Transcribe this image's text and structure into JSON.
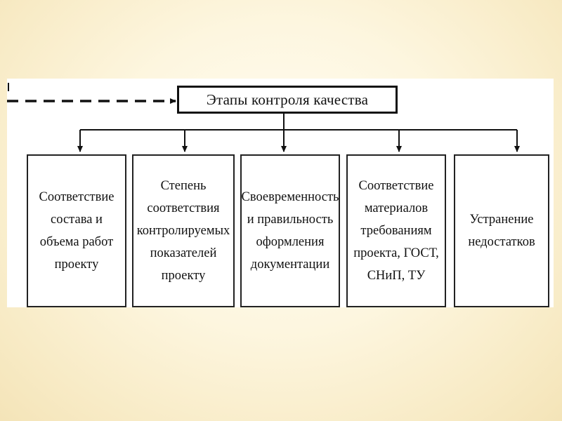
{
  "diagram": {
    "title": "Этапы контроля качества",
    "stages": [
      {
        "label": "Соответствие\nсостава и\nобъема работ\nпроекту"
      },
      {
        "label": "Степень\nсоответствия\nконтролируемых\nпоказателей\nпроекту"
      },
      {
        "label": "Своевременность\nи правильность\nоформления\nдокументации"
      },
      {
        "label": "Соответствие\nматериалов\nтребованиям\nпроекта, ГОСТ,\nСНиП, ТУ"
      },
      {
        "label": "Устранение\nнедостатков"
      }
    ]
  }
}
